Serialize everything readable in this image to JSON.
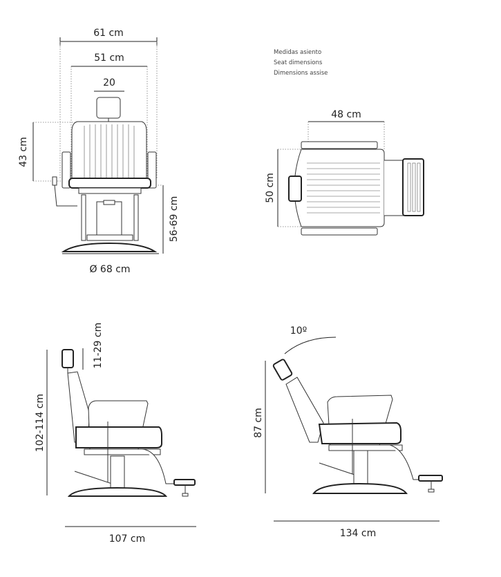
{
  "notes": {
    "line1": "Medidas asiento",
    "line2": "Seat dimensions",
    "line3": "Dimensions assise"
  },
  "front_view": {
    "total_width": "61 cm",
    "inner_width": "51 cm",
    "headrest_width": "20",
    "backrest_height": "43 cm",
    "seat_height": "56-69 cm",
    "base_diameter": "Ø 68 cm"
  },
  "top_view": {
    "seat_width": "48 cm",
    "seat_depth": "50 cm"
  },
  "side_view": {
    "headrest_adjust": "11-29 cm",
    "total_height": "102-114 cm",
    "length": "107 cm"
  },
  "reclined_view": {
    "angle": "10º",
    "height": "87 cm",
    "length": "134 cm"
  }
}
